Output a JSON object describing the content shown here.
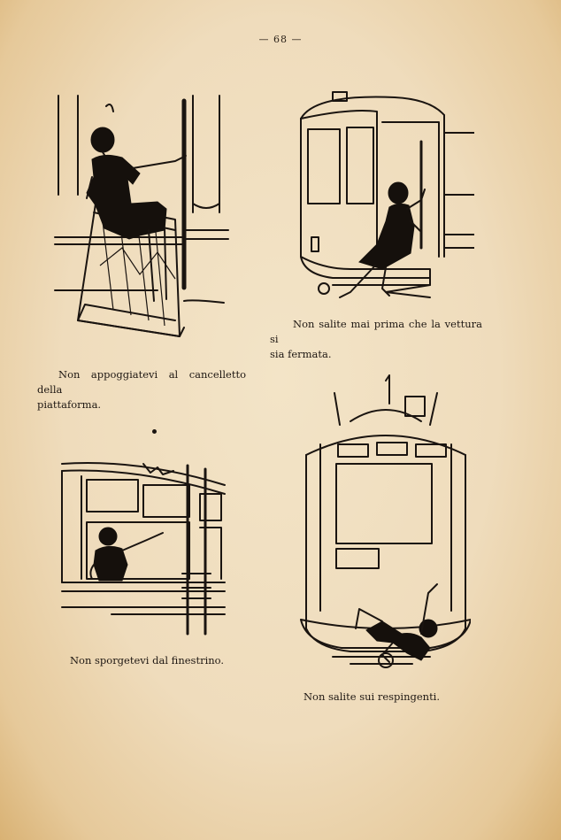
{
  "page_number": "— 68 —",
  "captions": {
    "gate": {
      "line1": "Non appoggiatevi al cancelletto della",
      "line2": "piattaforma."
    },
    "boarding": {
      "line1": "Non salite mai prima che la vettura si",
      "line2": "sia fermata."
    },
    "window": "Non sporgetevi dal finestrino.",
    "bumpers": "Non salite sui respingenti."
  }
}
